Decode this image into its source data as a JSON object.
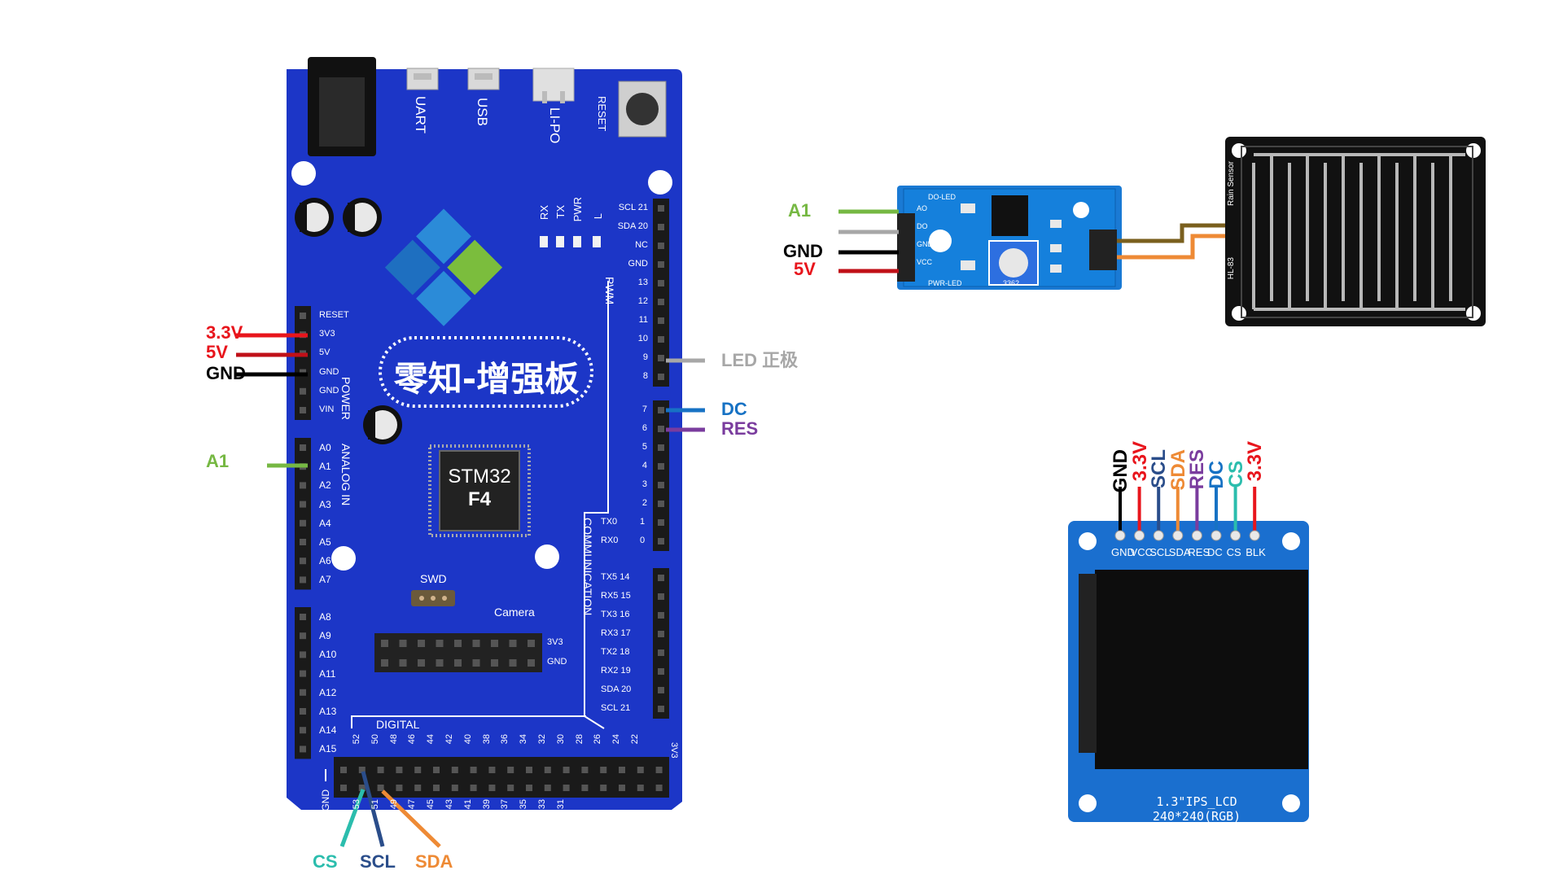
{
  "board": {
    "name": "零知-增强板",
    "chip_line1": "STM32",
    "chip_line2": "F4",
    "top_labels": {
      "uart": "UART",
      "usb": "USB",
      "lipo": "LI-PO",
      "reset": "RESET"
    },
    "leds": [
      "RX",
      "TX",
      "PWR",
      "L"
    ],
    "power_section": "POWER",
    "power_pins": [
      "RESET",
      "3V3",
      "5V",
      "GND",
      "GND",
      "VIN"
    ],
    "analog_section": "ANALOG IN",
    "analog_pins_1": [
      "A0",
      "A1",
      "A2",
      "A3",
      "A4",
      "A5",
      "A6",
      "A7"
    ],
    "analog_pins_2": [
      "A8",
      "A9",
      "A10",
      "A11",
      "A12",
      "A13",
      "A14",
      "A15"
    ],
    "pwm_section": "PWM",
    "pwm_header_pins": [
      "SCL 21",
      "SDA 20",
      "NC",
      "GND",
      "13",
      "12",
      "11",
      "10",
      "9",
      "8"
    ],
    "digital_pins_a": [
      "7",
      "6",
      "5",
      "4",
      "3",
      "2",
      "TX0",
      "RX0"
    ],
    "comm_section": "COMMUNICATION",
    "comm_pins": [
      "TX5 14",
      "RX5 15",
      "TX3 16",
      "RX3 17",
      "TX2 18",
      "RX2 19",
      "SDA 20",
      "SCL 21"
    ],
    "tx0_suffix": "1",
    "rx0_suffix": "0",
    "swd": "SWD",
    "camera": "Camera",
    "camera_3v3": "3V3",
    "camera_gnd": "GND",
    "digital_section": "DIGITAL",
    "bottom_top_row": [
      "52",
      "50",
      "48",
      "46",
      "44",
      "42",
      "40",
      "38",
      "36",
      "34",
      "32",
      "30",
      "28",
      "26",
      "24",
      "22"
    ],
    "bottom_bottom_row": [
      "53",
      "51",
      "49",
      "47",
      "45",
      "43",
      "41",
      "39",
      "37",
      "35",
      "33",
      "31"
    ],
    "bottom_gnd": "GND",
    "bottom_3v3": "3V3"
  },
  "left_labels": [
    {
      "text": "3.3V",
      "color": "#e8151c"
    },
    {
      "text": "5V",
      "color": "#e8151c"
    },
    {
      "text": "GND",
      "color": "#000000"
    },
    {
      "text": "A1",
      "color": "#76b843"
    }
  ],
  "right_labels": [
    {
      "text": "LED 正极",
      "color": "#a7a7a7"
    },
    {
      "text": "DC",
      "color": "#1772c4"
    },
    {
      "text": "RES",
      "color": "#7a3c9e"
    }
  ],
  "bottom_labels": [
    {
      "text": "CS",
      "color": "#2bbdad"
    },
    {
      "text": "SCL",
      "color": "#2a4d8a"
    },
    {
      "text": "SDA",
      "color": "#ee8a35"
    }
  ],
  "sensor_module": {
    "labels": [
      {
        "text": "A1",
        "color": "#76b843"
      },
      {
        "text": "GND",
        "color": "#000000"
      },
      {
        "text": "5V",
        "color": "#e8151c"
      }
    ],
    "do_led": "DO-LED",
    "pwr_led": "PWR-LED",
    "pins": [
      "AO",
      "DO",
      "GND",
      "VCC"
    ],
    "pot_label": "3362"
  },
  "rain_sensor": {
    "label1": "Rain Sensor",
    "label2": "HL-83"
  },
  "lcd": {
    "wire_labels": [
      {
        "text": "GND",
        "color": "#000000"
      },
      {
        "text": "3.3V",
        "color": "#e8151c"
      },
      {
        "text": "SCL",
        "color": "#2a4d8a"
      },
      {
        "text": "SDA",
        "color": "#ee8a35"
      },
      {
        "text": "RES",
        "color": "#7a3c9e"
      },
      {
        "text": "DC",
        "color": "#1772c4"
      },
      {
        "text": "CS",
        "color": "#2bbdad"
      },
      {
        "text": "3.3V",
        "color": "#e8151c"
      }
    ],
    "pin_labels": [
      "GND",
      "VCC",
      "SCL",
      "SDA",
      "RES",
      "DC",
      "CS",
      "BLK"
    ],
    "caption": "1.3\"IPS_LCD 240*240(RGB)"
  }
}
